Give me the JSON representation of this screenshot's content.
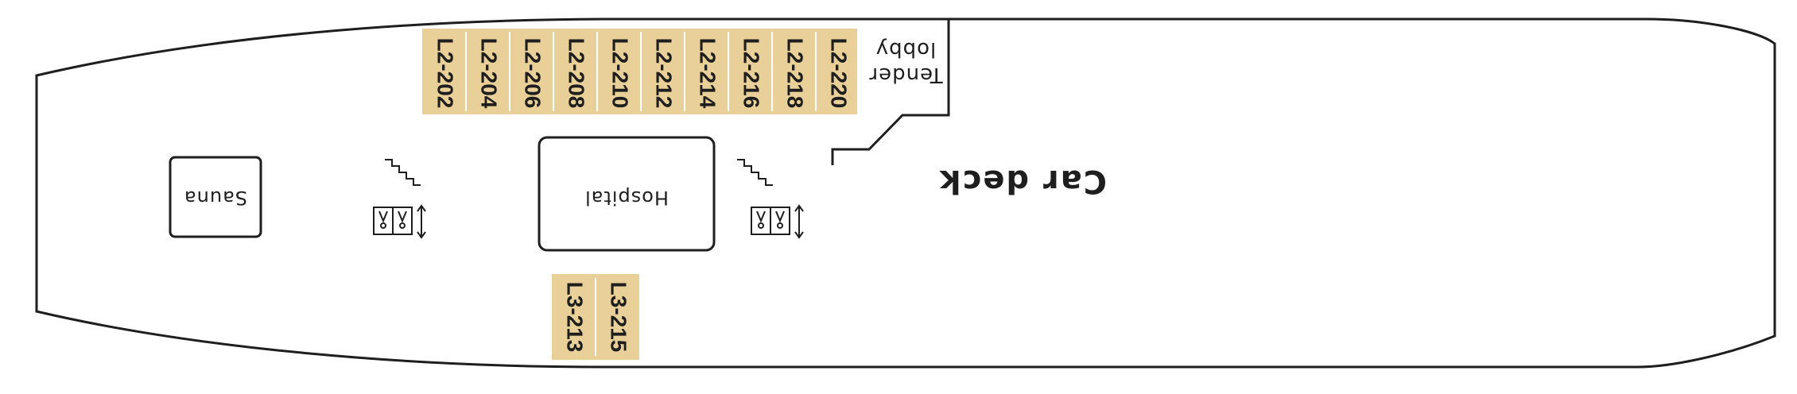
{
  "deck_plan": {
    "areas": {
      "car_deck": "Car deck",
      "hospital": "Hospital",
      "sauna": "Sauna",
      "tender_lobby": [
        "Tender",
        "lobby"
      ]
    },
    "cabins": {
      "row_l2": [
        "L2-202",
        "L2-204",
        "L2-206",
        "L2-208",
        "L2-210",
        "L2-212",
        "L2-214",
        "L2-216",
        "L2-218",
        "L2-220"
      ],
      "row_l3": [
        "L3-213",
        "L3-215"
      ]
    },
    "icons": [
      "stairs-icon",
      "elevator-icon"
    ],
    "colors": {
      "cabin": "#e9cf98",
      "outline": "#1e1e1e",
      "background": "#ffffff"
    }
  }
}
